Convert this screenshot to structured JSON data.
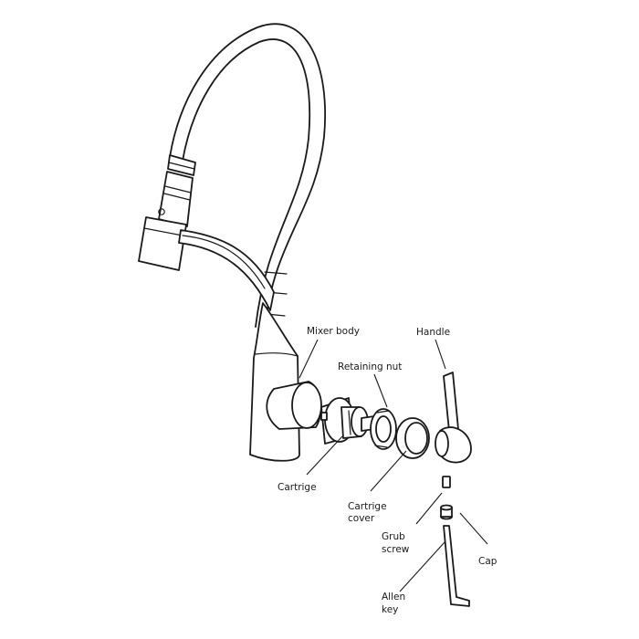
{
  "labels": {
    "mixer_body": "Mixer body",
    "handle": "Handle",
    "retaining_nut": "Retaining nut",
    "cartrige": "Cartrige",
    "cartrige_cover_line1": "Cartrige",
    "cartrige_cover_line2": "cover",
    "grub_screw_line1": "Grub",
    "grub_screw_line2": "screw",
    "cap": "Cap",
    "allen_key_line1": "Allen",
    "allen_key_line2": "key"
  },
  "colors": {
    "line": "#1a1a1a",
    "background": "#ffffff"
  }
}
